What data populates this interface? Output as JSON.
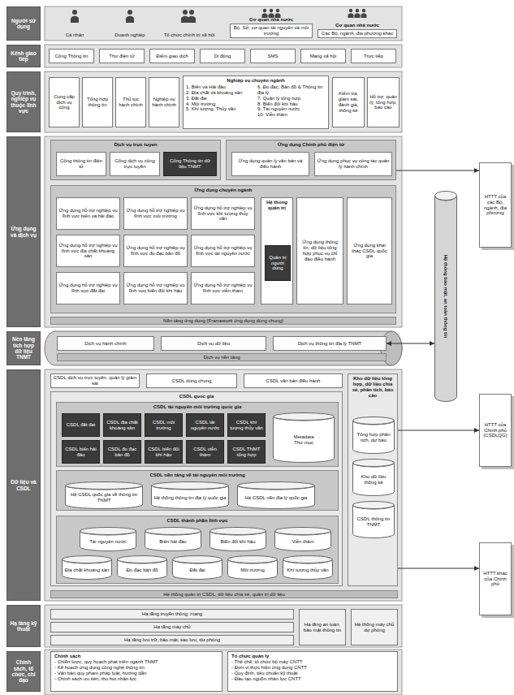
{
  "diagram": {
    "nodes": [
      {
        "text": [
          "Người sử dụng"
        ]
      },
      {
        "text": [
          "Cá nhân"
        ]
      },
      {
        "text": [
          "Doanh nghiệp"
        ]
      },
      {
        "text": [
          "Tổ chức chính trị xã hội"
        ]
      },
      {
        "text": [
          "Cơ quan nhà nước",
          "Bộ, Sở, cơ quan tài nguyên và môi trường"
        ]
      },
      {
        "text": [
          "Cơ quan nhà nước",
          "Các Bộ, ngành, địa phương khác"
        ]
      },
      {
        "text": [
          "Kênh giao tiếp"
        ]
      },
      {
        "text": [
          "Cổng Thông tin"
        ]
      },
      {
        "text": [
          "Thư điện tử"
        ]
      },
      {
        "text": [
          "Điểm giao dịch"
        ]
      },
      {
        "text": [
          "Di động"
        ]
      },
      {
        "text": [
          "SMS"
        ]
      },
      {
        "text": [
          "Mạng xã hội"
        ]
      },
      {
        "text": [
          "Trực tiếp"
        ]
      },
      {
        "text": [
          "Quy trình, nghiệp vụ thuộc lĩnh vực"
        ]
      },
      {
        "text": [
          "Cung cấp dịch vụ công"
        ]
      },
      {
        "text": [
          "Tổng hợp thông tin"
        ]
      },
      {
        "text": [
          "Thủ tục hành chính"
        ]
      },
      {
        "text": [
          "Nghiệp vụ hành chính"
        ]
      },
      {
        "text": [
          "Nghiệp vụ chuyên ngành",
          "1. Biển và Hải đảo",
          "2. Địa chất và khoáng sản",
          "3. Đất đai",
          "4. Môi trường",
          "5. Khí tượng, Thủy văn",
          "6. Đo đạc, Bản đồ & Thông tin địa lý",
          "7. Quản lý tổng hợp",
          "8. Biến đổi khí hậu",
          "9. Tài nguyên nước",
          "10. Viễn thám"
        ]
      },
      {
        "text": [
          "Kiểm tra, giám sát, đánh giá, thống kê"
        ]
      },
      {
        "text": [
          "Hỗ trợ, quản lý, tổng hợp, báo cáo"
        ]
      },
      {
        "text": [
          "Ứng dụng và dịch vụ"
        ]
      },
      {
        "text": [
          "Dịch vụ trực tuyến"
        ]
      },
      {
        "text": [
          "Cổng thông tin điện tử"
        ],
        "in": 23
      },
      {
        "text": [
          "Cổng dịch vụ công trực tuyến"
        ],
        "in": 23
      },
      {
        "text": [
          "Cổng Thông tin dữ liệu TNMT"
        ],
        "in": 23
      },
      {
        "text": [
          "Ứng dụng Chính phủ điện tử"
        ]
      },
      {
        "text": [
          "Ứng dụng quản lý văn bản và điều hành"
        ],
        "in": 27
      },
      {
        "text": [
          "Ứng dụng phục vụ công tác quản lý hành chính"
        ],
        "in": 27
      },
      {
        "text": [
          "Ứng dụng chuyên ngành"
        ]
      },
      {
        "text": [
          "Ứng dụng hỗ trợ nghiệp vụ lĩnh vực biển và hải đảo"
        ],
        "in": 30
      },
      {
        "text": [
          "Ứng dụng hỗ trợ nghiệp vụ lĩnh vực môi trường"
        ],
        "in": 30
      },
      {
        "text": [
          "Ứng dụng hỗ trợ nghiệp vụ lĩnh vực khí tượng thủy văn"
        ],
        "in": 30
      },
      {
        "text": [
          "Ứng dụng hỗ trợ nghiệp vụ lĩnh vực địa chất khoáng sản"
        ],
        "in": 30
      },
      {
        "text": [
          "Ứng dụng hỗ trợ nghiệp vụ lĩnh vực đo đạc bản đồ"
        ],
        "in": 30
      },
      {
        "text": [
          "Ứng dụng hỗ trợ nghiệp vụ lĩnh vực tài nguyên nước"
        ],
        "in": 30
      },
      {
        "text": [
          "Ứng dụng hỗ trợ nghiệp vụ lĩnh vực đất đai"
        ],
        "in": 30
      },
      {
        "text": [
          "Ứng dụng hỗ trợ nghiệp vụ lĩnh vực biến đổi khí hậu"
        ],
        "in": 30
      },
      {
        "text": [
          "Ứng dụng hỗ trợ nghiệp vụ lĩnh vực viễn thám"
        ],
        "in": 30
      },
      {
        "text": [
          "Hệ thống quản trị"
        ],
        "in": 30
      },
      {
        "text": [
          "Quản trị người dùng"
        ],
        "in": 40
      },
      {
        "text": [
          "Ứng dụng thông tin, dữ liệu tổng hợp phục vụ chỉ đạo điều hành"
        ],
        "in": 30
      },
      {
        "text": [
          "Ứng dụng khai thác CSDL quốc gia"
        ],
        "in": 30
      },
      {
        "text": [
          "Nền tảng ứng dụng (Framework ứng dụng dùng chung)"
        ]
      },
      {
        "text": [
          "Nền tảng tích hợp dữ liệu TNMT"
        ]
      },
      {
        "text": [
          "Dịch vụ hành chính"
        ]
      },
      {
        "text": [
          "Dịch vụ dữ liệu"
        ]
      },
      {
        "text": [
          "Dịch vụ thông tin địa lý TNMT"
        ]
      },
      {
        "text": [
          "Dịch vụ nền tảng"
        ]
      },
      {
        "text": [
          "Dữ liệu và CSDL"
        ]
      },
      {
        "text": [
          "CSDL dịch vụ trực tuyến, quản lý giám sát"
        ]
      },
      {
        "text": [
          "CSDL dùng chung"
        ]
      },
      {
        "text": [
          "CSDL văn bản điều hành"
        ]
      },
      {
        "text": [
          "CSDL quốc gia"
        ]
      },
      {
        "text": [
          "CSDL tài nguyên môi trường quốc gia"
        ],
        "in": 54
      },
      {
        "text": [
          "CSDL đất đai"
        ],
        "in": 55
      },
      {
        "text": [
          "CSDL địa chất khoáng sản"
        ],
        "in": 55
      },
      {
        "text": [
          "CSDL môi trường"
        ],
        "in": 55
      },
      {
        "text": [
          "CSDL tài nguyên nước"
        ],
        "in": 55
      },
      {
        "text": [
          "CSDL khí tượng thủy văn"
        ],
        "in": 55
      },
      {
        "text": [
          "CSDL biển hải đảo"
        ],
        "in": 55
      },
      {
        "text": [
          "CSDL đo đạc bản đồ"
        ],
        "in": 55
      },
      {
        "text": [
          "CSDL biến đổi khí hậu"
        ],
        "in": 55
      },
      {
        "text": [
          "CSDL viễn thám"
        ],
        "in": 55
      },
      {
        "text": [
          "CSDL TNMT tổng hợp"
        ],
        "in": 55
      },
      {
        "text": [
          "Metadata",
          "Thư mục"
        ],
        "in": 55
      },
      {
        "text": [
          "CSDL nền tảng về tài nguyên môi trường"
        ],
        "in": 54
      },
      {
        "text": [
          "Hệ CSDL quốc gia về thông tin TNMT"
        ],
        "in": 67
      },
      {
        "text": [
          "Hệ thống thông tin địa lý quốc gia"
        ],
        "in": 67
      },
      {
        "text": [
          "Hệ CSDL nền địa lý quốc gia"
        ],
        "in": 67
      },
      {
        "text": [
          "CSDL thành phần lĩnh vực"
        ],
        "in": 54
      },
      {
        "text": [
          "Tài nguyên nước"
        ],
        "in": 71
      },
      {
        "text": [
          "Biển hải đảo"
        ],
        "in": 71
      },
      {
        "text": [
          "Biến đổi khí hậu"
        ],
        "in": 71
      },
      {
        "text": [
          "Viễn thám"
        ],
        "in": 71
      },
      {
        "text": [
          "Địa chất khoáng sản"
        ],
        "in": 71
      },
      {
        "text": [
          "Đo đạc bản đồ"
        ],
        "in": 71
      },
      {
        "text": [
          "Đất đai"
        ],
        "in": 71
      },
      {
        "text": [
          "Môi trường"
        ],
        "in": 71
      },
      {
        "text": [
          "Khí tượng thủy văn"
        ],
        "in": 71
      },
      {
        "text": [
          "Kho dữ liệu tổng hợp, dữ liệu chia sẻ, phân tích, báo cáo"
        ]
      },
      {
        "text": [
          "Tổng hợp phân tích, dự báo"
        ],
        "in": 81
      },
      {
        "text": [
          "Kho dữ liệu thống kê"
        ],
        "in": 81
      },
      {
        "text": [
          "CSDL thông tin TNMT"
        ],
        "in": 81
      },
      {
        "text": [
          "Hệ thống quản trị CSDL, dữ liệu chia sẻ, quản trị dữ liệu"
        ]
      },
      {
        "text": [
          "Hạ tầng kỹ thuật"
        ]
      },
      {
        "text": [
          "Hạ tầng truyền thông, mạng"
        ]
      },
      {
        "text": [
          "Hạ tầng máy chủ"
        ]
      },
      {
        "text": [
          "Hạ tầng lưu trữ, bảo mật, sao lưu, dự phòng"
        ]
      },
      {
        "text": [
          "Hạ tầng an toàn, bảo mật thông tin"
        ]
      },
      {
        "text": [
          "Hệ thống máy chủ dự phòng"
        ]
      },
      {
        "text": [
          "Chính sách, tổ chức, chỉ đạo"
        ]
      },
      {
        "text": [
          "Chính sách",
          "- Chiến lược, quy hoạch phát triển ngành TNMT",
          "- Kế hoạch ứng dụng công nghệ thông tin",
          "- Văn bản quy phạm pháp luật, hướng dẫn",
          "- Chính sách ưu tiên, thu hút nhân lực"
        ]
      },
      {
        "text": [
          "Tổ chức quản lý",
          "- Thể chế, tổ chức bộ máy CNTT",
          "- Đơn vị thực hiện ứng dụng CNTT",
          "- Quy định, tiêu chuẩn kỹ thuật",
          "- Đào tạo nguồn nhân lực CNTT"
        ]
      },
      {
        "text": [
          "Hệ thống bảo mật, an toàn thông tin"
        ]
      },
      {
        "text": [
          "HTTT của các Bộ, ngành, địa phương"
        ]
      },
      {
        "text": [
          "HTTT của Chính phủ (CSDLQG)"
        ]
      },
      {
        "text": [
          "HTTT khác của Chính phủ"
        ]
      }
    ],
    "edges": [
      {
        "from": 27,
        "to": 96,
        "arrow": "to"
      },
      {
        "from": 48,
        "to": 95,
        "arrow": "both"
      },
      {
        "from": 81,
        "to": 97,
        "arrow": "to"
      },
      {
        "from": 81,
        "to": 98,
        "arrow": "to"
      }
    ]
  }
}
